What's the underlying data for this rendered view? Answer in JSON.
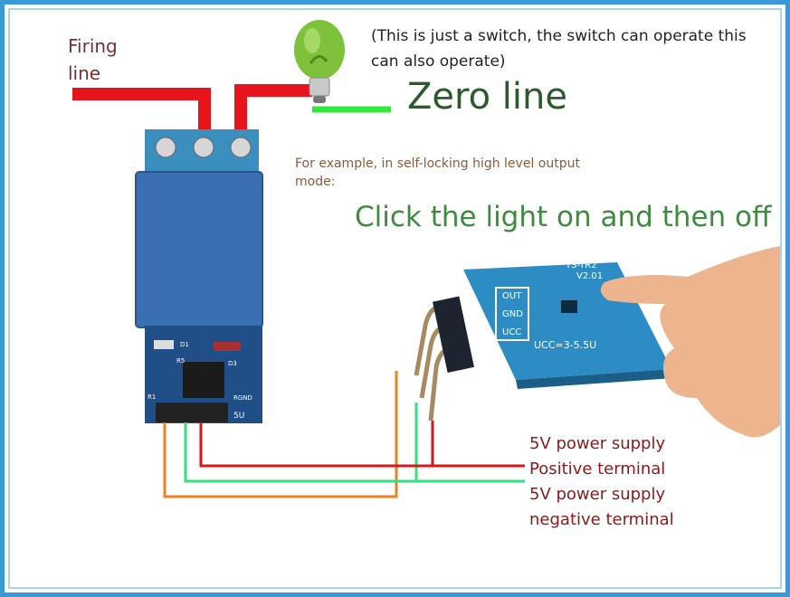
{
  "texts": {
    "firing_line": "Firing line",
    "switch_note": "(This is just a switch, the switch can operate this can also operate)",
    "zero_line": "Zero line",
    "example_mode": "For example, in self-locking high level output mode:",
    "click_instruction": "Click the light on and then off"
  },
  "wire_labels": [
    "5V power supply",
    "Positive terminal",
    "5V power supply",
    "negative terminal"
  ],
  "sensor_board": {
    "model": "YS-TR2",
    "version": "V2.01",
    "pins": [
      "OUT",
      "GND",
      "UCC"
    ],
    "voltage": "UCC=3-5.5U"
  },
  "relay_board": {
    "silkscreen": [
      "D1",
      "D3",
      "R5",
      "R1",
      "RGND",
      "5U"
    ]
  },
  "colors": {
    "frame": "#3a9ad9",
    "live_wire": "#e8141c",
    "neutral_wire": "#33e83a",
    "positive_wire": "#d8141c",
    "signal_wire": "#34e07a",
    "negative_wire": "#f08020",
    "module_blue": "#3b6fb4"
  }
}
